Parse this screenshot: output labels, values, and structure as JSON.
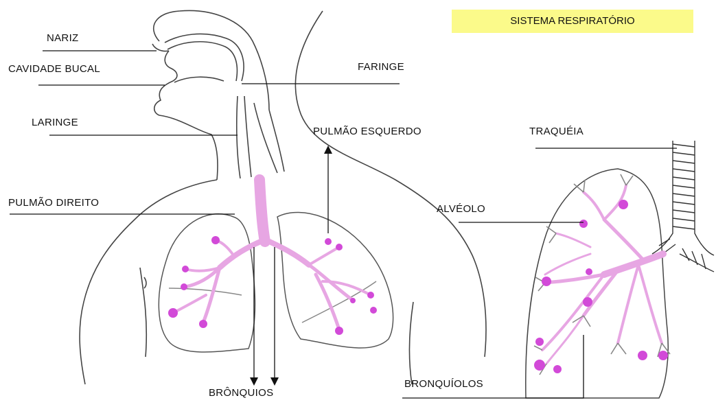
{
  "title": "SISTEMA RESPIRATÓRIO",
  "labels": {
    "nariz": "NARIZ",
    "cavidade_bucal": "CAVIDADE BUCAL",
    "faringe": "FARINGE",
    "laringe": "LARINGE",
    "pulmao_esquerdo": "PULMÃO ESQUERDO",
    "traqueia": "TRAQUÉIA",
    "pulmao_direito": "PULMÃO DIREITO",
    "alveolo": "ALVÉOLO",
    "bronquios": "BRÔNQUIOS",
    "bronquiolos": "BRONQUÍOLOS"
  },
  "colors": {
    "title_background": "#fbfa8a",
    "outline": "#444444",
    "bronchi": "#e7a6e3",
    "alveoli": "#d24ad8",
    "leader_lines": "#111111"
  }
}
